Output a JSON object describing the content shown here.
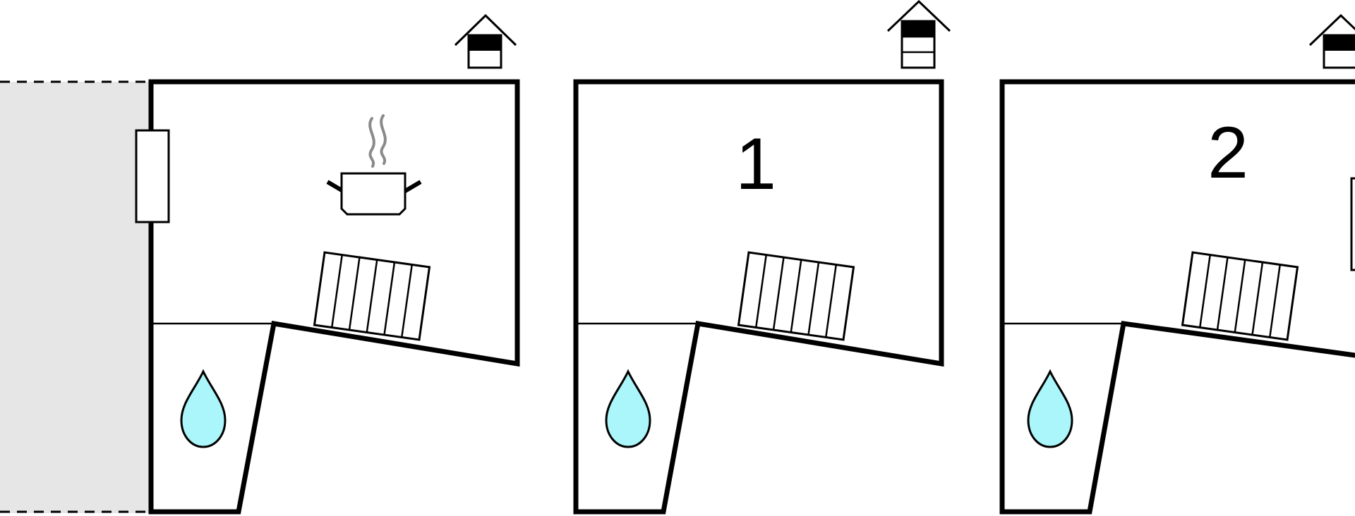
{
  "diagram": {
    "type": "floor-plan",
    "levels": [
      {
        "label": "",
        "level_indicator": {
          "icon": "house-level-icon",
          "highlighted_level": "ground"
        },
        "rooms": [
          "kitchen",
          "bathroom"
        ],
        "icons": [
          "cooking-pot-icon",
          "staircase-icon",
          "water-drop-icon",
          "door-icon"
        ],
        "has_terrace": true
      },
      {
        "label": "1",
        "level_indicator": {
          "icon": "house-level-icon",
          "highlighted_level": "first"
        },
        "rooms": [
          "bathroom"
        ],
        "icons": [
          "staircase-icon",
          "water-drop-icon"
        ],
        "has_terrace": false
      },
      {
        "label": "2",
        "level_indicator": {
          "icon": "house-level-icon",
          "highlighted_level": "second"
        },
        "rooms": [
          "bathroom"
        ],
        "icons": [
          "staircase-icon",
          "water-drop-icon",
          "door-icon"
        ],
        "has_terrace": false
      }
    ],
    "colors": {
      "wall": "#000000",
      "water_drop": "#aaf6fb",
      "terrace": "#e6e6e6",
      "steam": "#8a8a8a",
      "background": "#ffffff"
    }
  }
}
